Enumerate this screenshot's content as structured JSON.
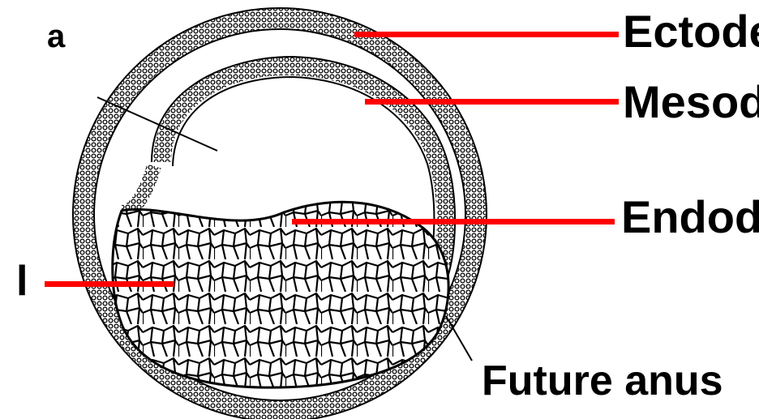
{
  "labels": {
    "ectoderm": "Ectode",
    "mesoderm": "Mesod",
    "endoderm": "Endod",
    "future_anus": "Future anus",
    "left_fragment": "l",
    "top_left_fragment": "a"
  },
  "colors": {
    "leader_line": "#ff0000",
    "stroke": "#000000",
    "background": "#ffffff"
  }
}
